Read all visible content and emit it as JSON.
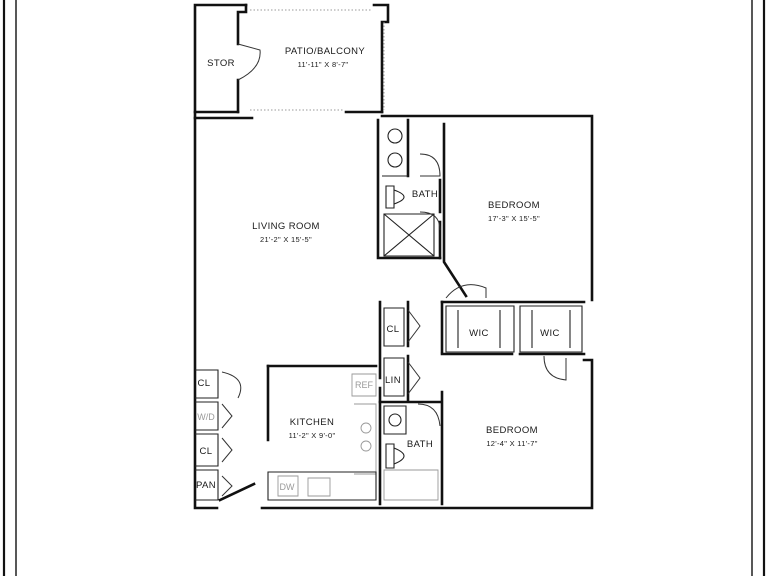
{
  "rooms": {
    "patio": {
      "name": "PATIO/BALCONY",
      "dims": "11'-11\" X 8'-7\""
    },
    "storage": {
      "name": "STOR"
    },
    "living": {
      "name": "LIVING ROOM",
      "dims": "21'-2\" X 15'-5\""
    },
    "bedroom1": {
      "name": "BEDROOM",
      "dims": "17'-3\" X 15'-5\""
    },
    "bedroom2": {
      "name": "BEDROOM",
      "dims": "12'-4\" X 11'-7\""
    },
    "kitchen": {
      "name": "KITCHEN",
      "dims": "11'-2\" X 9'-0\""
    },
    "bath1": {
      "name": "BATH"
    },
    "bath2": {
      "name": "BATH"
    },
    "wic1": {
      "name": "WIC"
    },
    "wic2": {
      "name": "WIC"
    },
    "closet_bed": {
      "name": "CL"
    },
    "linen": {
      "name": "LIN"
    },
    "closet_top": {
      "name": "CL"
    },
    "closet_mid": {
      "name": "CL"
    },
    "washer_dryer": {
      "name": "W/D"
    },
    "pantry": {
      "name": "PAN"
    }
  },
  "appliances": {
    "refrigerator": "REF",
    "dishwasher": "DW"
  }
}
